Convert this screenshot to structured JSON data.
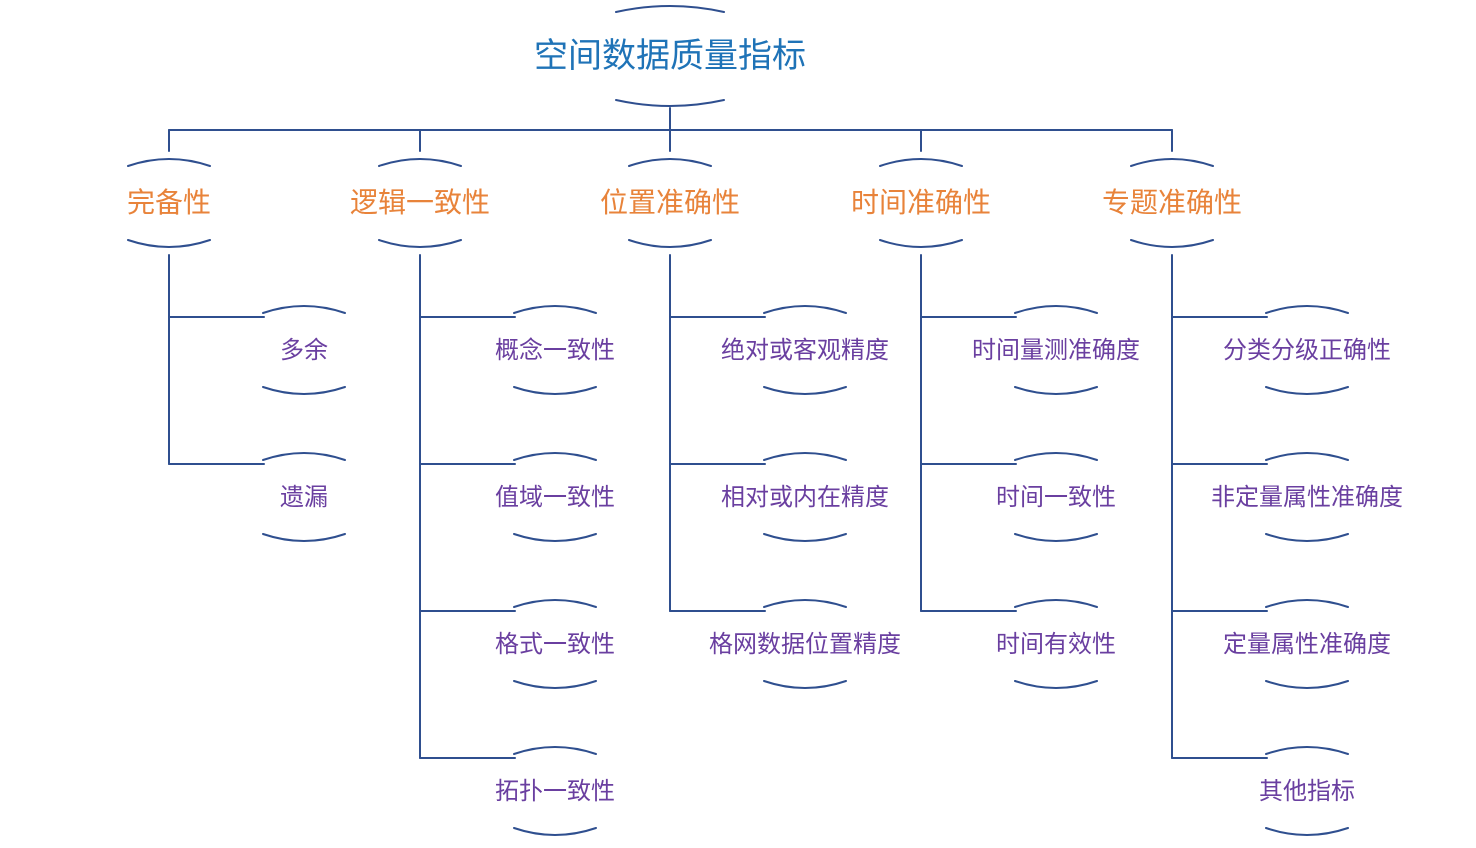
{
  "root": {
    "label": "空间数据质量指标"
  },
  "categories": [
    {
      "label": "完备性",
      "children": [
        "多余",
        "遗漏"
      ]
    },
    {
      "label": "逻辑一致性",
      "children": [
        "概念一致性",
        "值域一致性",
        "格式一致性",
        "拓扑一致性"
      ]
    },
    {
      "label": "位置准确性",
      "children": [
        "绝对或客观精度",
        "相对或内在精度",
        "格网数据位置精度"
      ]
    },
    {
      "label": "时间准确性",
      "children": [
        "时间量测准确度",
        "时间一致性",
        "时间有效性"
      ]
    },
    {
      "label": "专题准确性",
      "children": [
        "分类分级正确性",
        "非定量属性准确度",
        "定量属性准确度",
        "其他指标"
      ]
    }
  ],
  "colors": {
    "line": "#2F4F8F",
    "root_text": "#1F73B7",
    "category_text": "#E8833A",
    "leaf_text": "#6A3FA0"
  }
}
